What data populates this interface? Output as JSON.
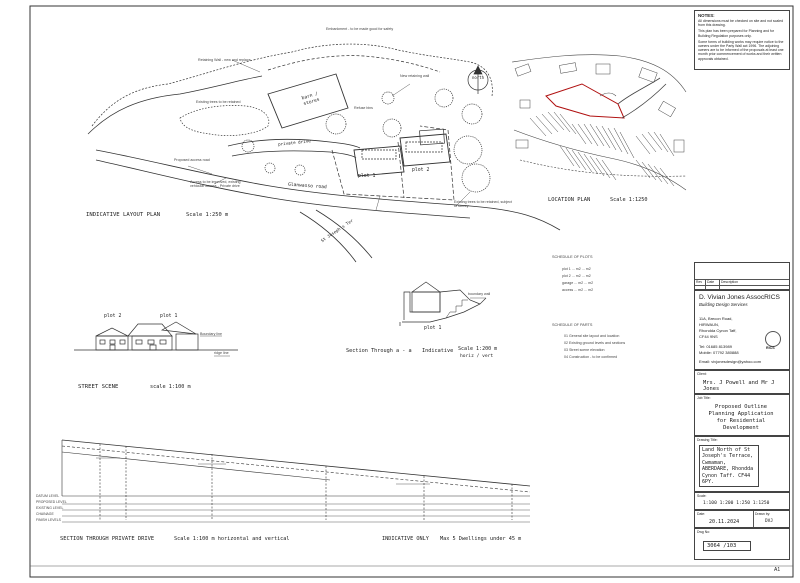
{
  "notes": {
    "heading": "NOTES:",
    "lines": [
      "All dimensions must be checked on site and not scaled from this drawing.",
      "This plan has been prepared for Planning and for Building Regulation purposes only.",
      "Some forms of building works may require notice to the owners under the Party Wall act 1996. The adjoining owners are to be informed of the proposals at least one month prior commencement of works and their written approvals obtained."
    ]
  },
  "layout_plan": {
    "title": "INDICATIVE LAYOUT PLAN",
    "scale": "Scale 1:250 m",
    "barn_label": "barn / stores",
    "plot1": "plot 1",
    "plot2": "plot 2",
    "road_label": "Glanwasso road",
    "road2_label": "St Joseph's Ter",
    "private_drive": "private drive",
    "north_label": "north",
    "annotations": [
      "Embankment - to be made good for safety",
      "Retaining Wall - new and replace",
      "New retaining wall",
      "Existing trees to be retained",
      "Refuse bins",
      "Proposed access road",
      "Access to be improved, existing vehicular access - Private drive",
      "Existing trees to be retained, subject to survey"
    ]
  },
  "location_plan": {
    "title": "LOCATION PLAN",
    "scale": "Scale 1:1250"
  },
  "street_scene": {
    "title": "STREET SCENE",
    "scale": "scale 1:100 m",
    "plot2": "plot 2",
    "plot1": "plot 1",
    "ann1": "Boundary line",
    "ann2": "ridge line"
  },
  "section_aa": {
    "title": "Section Through a - a",
    "indicative": "Indicative",
    "scale": "Scale 1:200 m",
    "scale2": "horiz / vert",
    "plot": "plot 1",
    "ann": "boundary wall"
  },
  "section_drive": {
    "title": "SECTION THROUGH PRIVATE DRIVE",
    "scale": "Scale 1:100 m horizontal and vertical",
    "indicative": "INDICATIVE ONLY",
    "max": "Max 5 Dwellings under 45 m",
    "row_labels": [
      "DATUM LEVEL",
      "PROPOSED LEVEL",
      "EXISTING LEVEL",
      "CHAINAGE",
      "FINISH LEVELS"
    ]
  },
  "schedules": {
    "s1_title": "SCHEDULE OF PLOTS",
    "s1_rows": [
      "plot 1  ...  m2  ...  m2",
      "plot 2  ...  m2  ...  m2",
      "garage  ...  m2  ...  m2",
      "access  ...  m2  ...  m2"
    ],
    "s2_title": "SCHEDULE OF PARTS",
    "s2_rows": [
      "01  General site layout and location",
      "02  Existing ground levels and sections",
      "03  Street scene elevation",
      "04  Construction - to be confirmed"
    ]
  },
  "title_block": {
    "rev_header": [
      "Rev",
      "Date",
      "Description"
    ],
    "company": "D. Vivian Jones AssocRICS",
    "subtitle": "Building Design Services",
    "address": [
      "11A, Brecon Road,",
      "HIRWAUN,",
      "Rhondda Cynon Taff,",
      "CF44 9NS"
    ],
    "phone": "Tel:  01685 813989",
    "mobile": "Mobile:  07792 380888",
    "email": "Email:  vivjonesdesign@yahoo.com",
    "rics": "RICS",
    "client_label": "Client:",
    "client": "Mrs. J Powell and Mr J Jones",
    "job_label": "Job Title:",
    "job": "Proposed Outline Planning Application for Residential Development",
    "drawing_label": "Drawing Title:",
    "drawing": "Land North of St Joseph's Terrace, Cwmaman, ABERDARE, Rhondda Cynon Taff. CF44 6PY.",
    "scale_label": "Scale:",
    "scale": "1:100  1:200  1:250  1:1250",
    "date_label": "Date:",
    "date": "20.11.2024",
    "drawn_label": "Drawn by:",
    "drawn": "DVJ",
    "dwg_label": "Dwg No:",
    "dwg": "3064 /103",
    "sheet": "A1"
  }
}
